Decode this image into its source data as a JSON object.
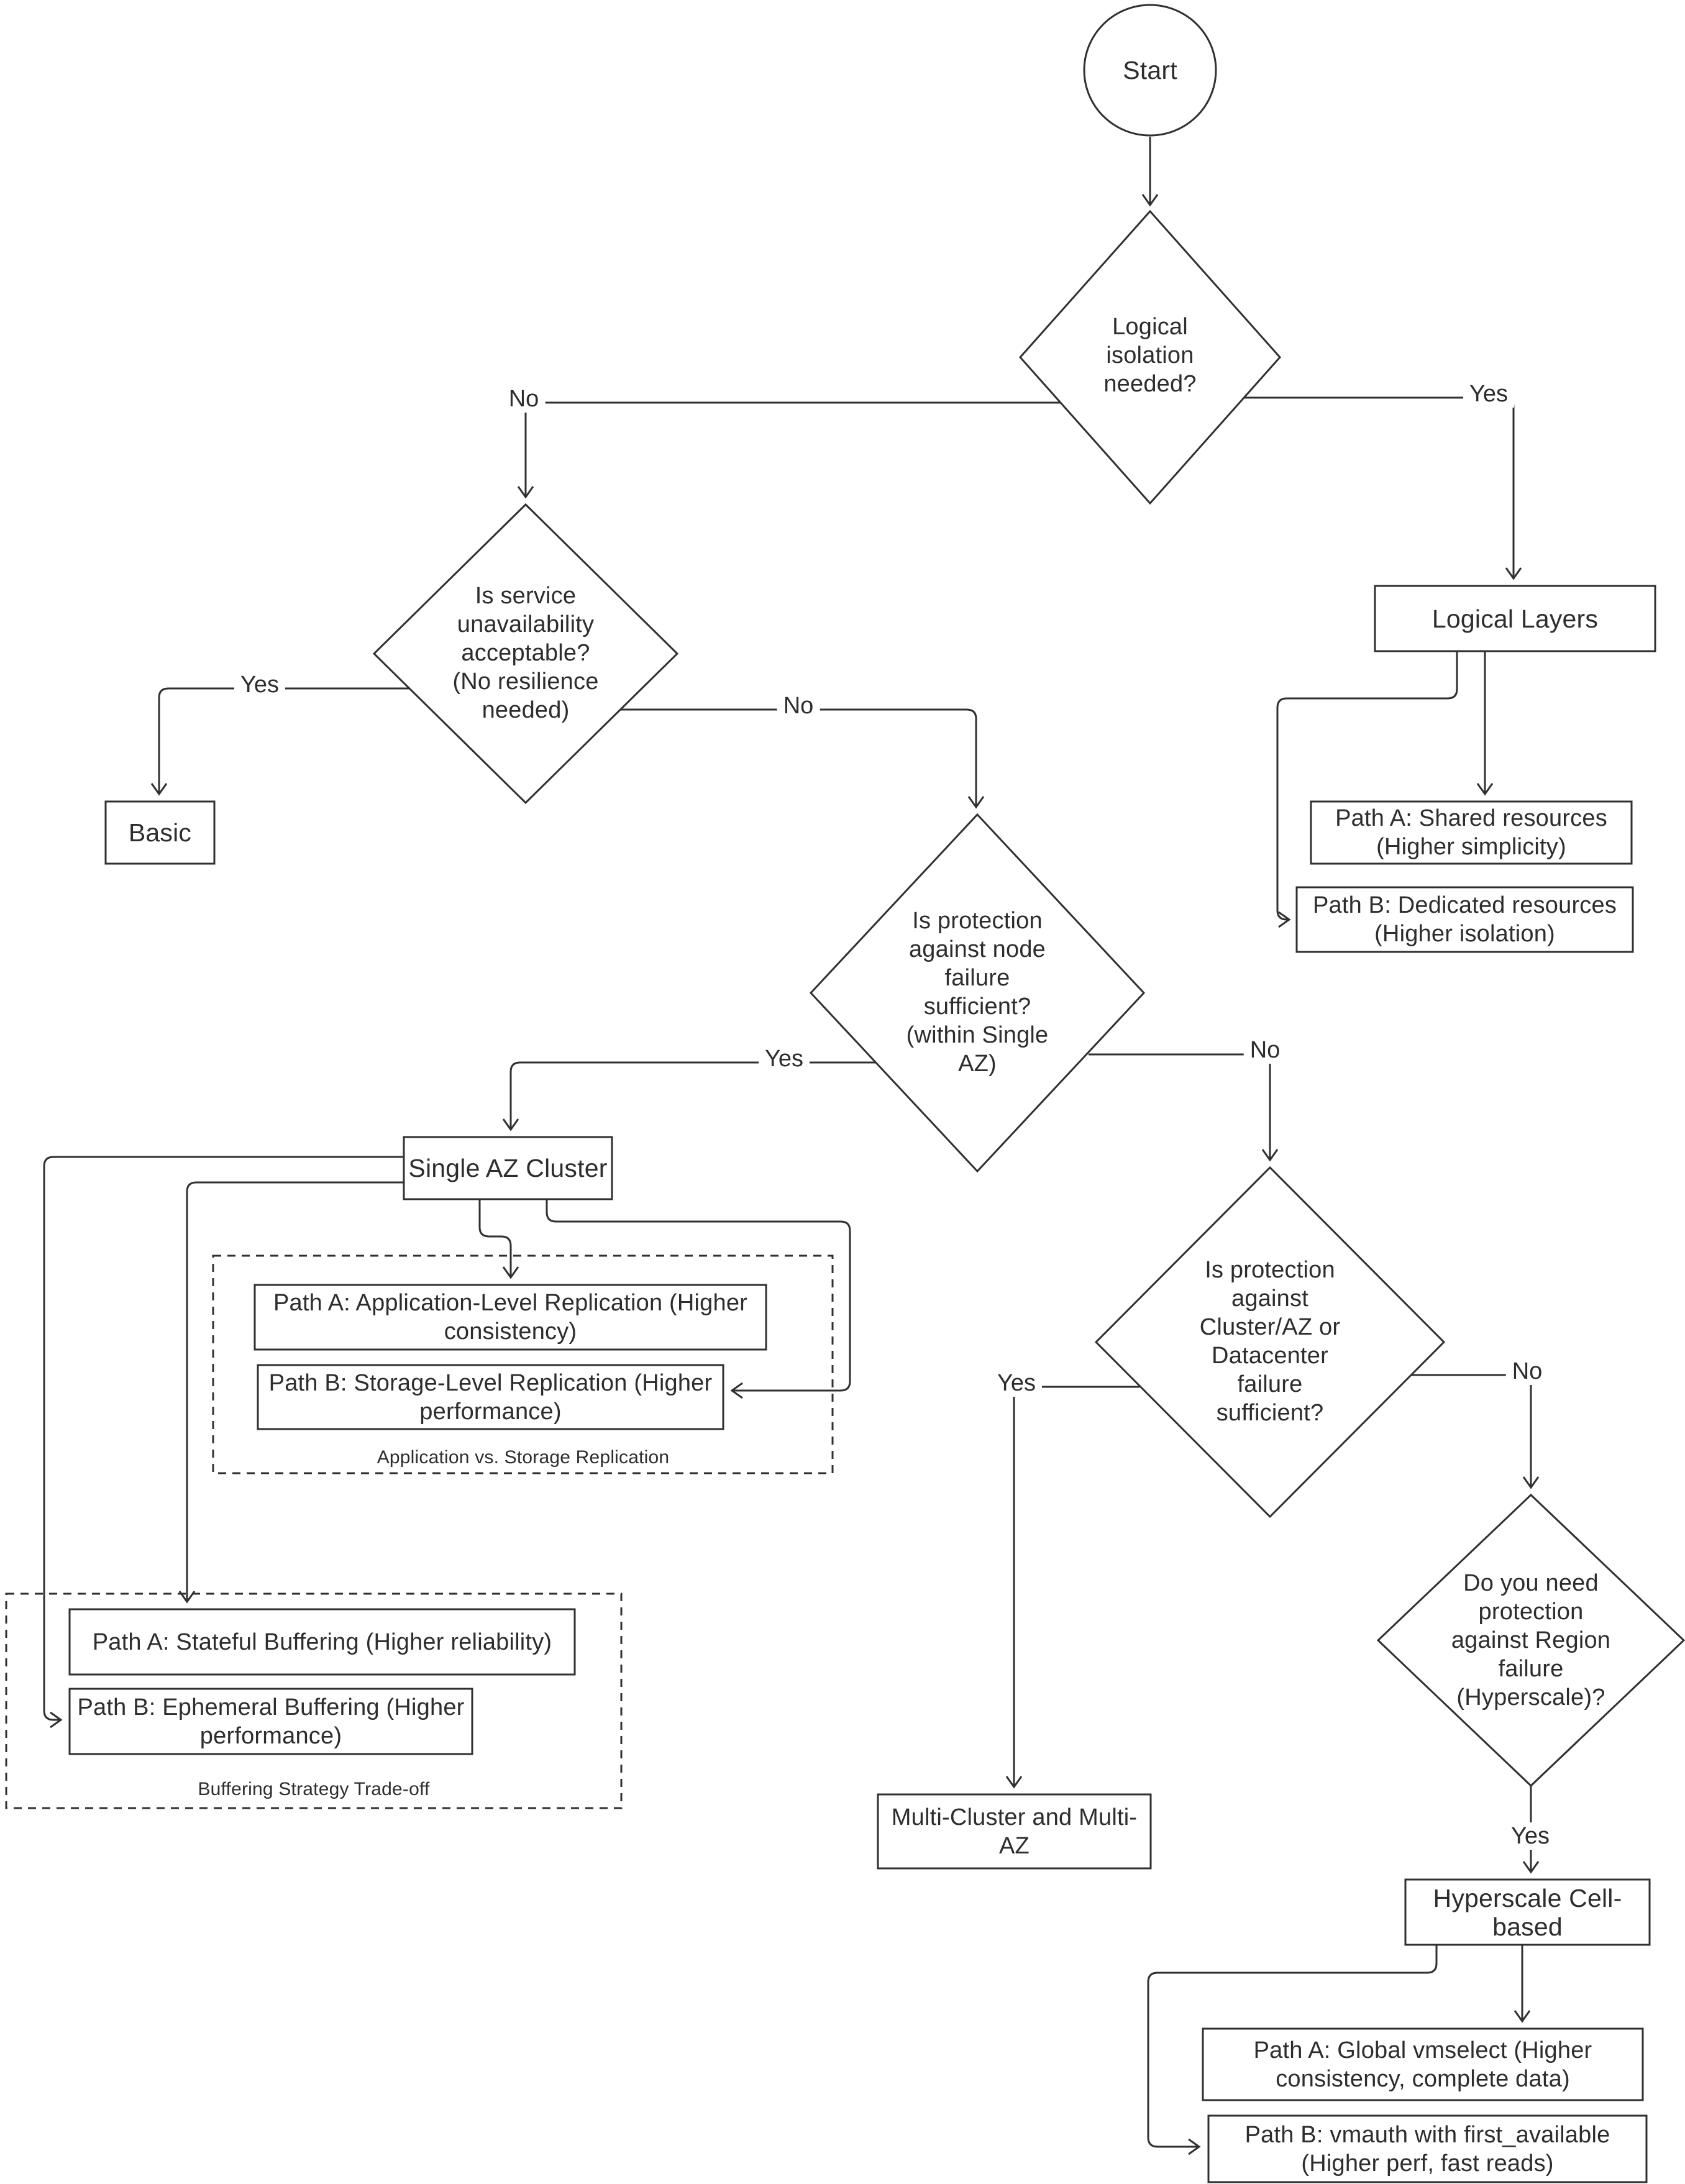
{
  "canvas": {
    "background_color": "#ffffff",
    "stroke_color": "#303030",
    "text_color": "#2d2d2d"
  },
  "nodes": {
    "start": {
      "label": "Start"
    },
    "d1": {
      "label": "Logical\nisolation\nneeded?"
    },
    "d2": {
      "label": "Is service\nunavailability\nacceptable?\n(No resilience\nneeded)"
    },
    "d3": {
      "label": "Is protection\nagainst node\nfailure\nsufficient?\n(within Single\nAZ)"
    },
    "d4": {
      "label": "Is protection\nagainst\nCluster/AZ or\nDatacenter\nfailure\nsufficient?"
    },
    "d5": {
      "label": "Do you need\nprotection\nagainst Region\nfailure\n(Hyperscale)?"
    },
    "basic": {
      "label": "Basic"
    },
    "logical_layers": {
      "label": "Logical Layers"
    },
    "path_a_shared": {
      "label": "Path A: Shared resources\n(Higher simplicity)"
    },
    "path_b_dedicated": {
      "label": "Path B: Dedicated resources\n(Higher isolation)"
    },
    "single_az": {
      "label": "Single AZ Cluster"
    },
    "path_a_app": {
      "label": "Path A: Application-Level Replication (Higher\nconsistency)"
    },
    "path_b_storage": {
      "label": "Path B: Storage-Level Replication (Higher\nperformance)"
    },
    "path_a_stateful": {
      "label": "Path A: Stateful Buffering  (Higher reliability)"
    },
    "path_b_ephemeral": {
      "label": "Path B: Ephemeral Buffering (Higher\nperformance)"
    },
    "multi_cluster": {
      "label": "Multi-Cluster and Multi-\nAZ"
    },
    "hyperscale": {
      "label": "Hyperscale Cell-based"
    },
    "path_a_vmselect": {
      "label": "Path A: Global vmselect (Higher\nconsistency, complete data)"
    },
    "path_b_vmauth": {
      "label": "Path B: vmauth with first_available\n(Higher perf, fast reads)"
    }
  },
  "groups": {
    "replication": {
      "caption": "Application vs. Storage Replication"
    },
    "buffering": {
      "caption": "Buffering Strategy Trade-off"
    }
  },
  "edge_labels": {
    "d1_no": "No",
    "d1_yes": "Yes",
    "d2_yes": "Yes",
    "d2_no": "No",
    "d3_yes": "Yes",
    "d3_no": "No",
    "d4_yes": "Yes",
    "d4_no": "No",
    "d5_yes": "Yes"
  }
}
